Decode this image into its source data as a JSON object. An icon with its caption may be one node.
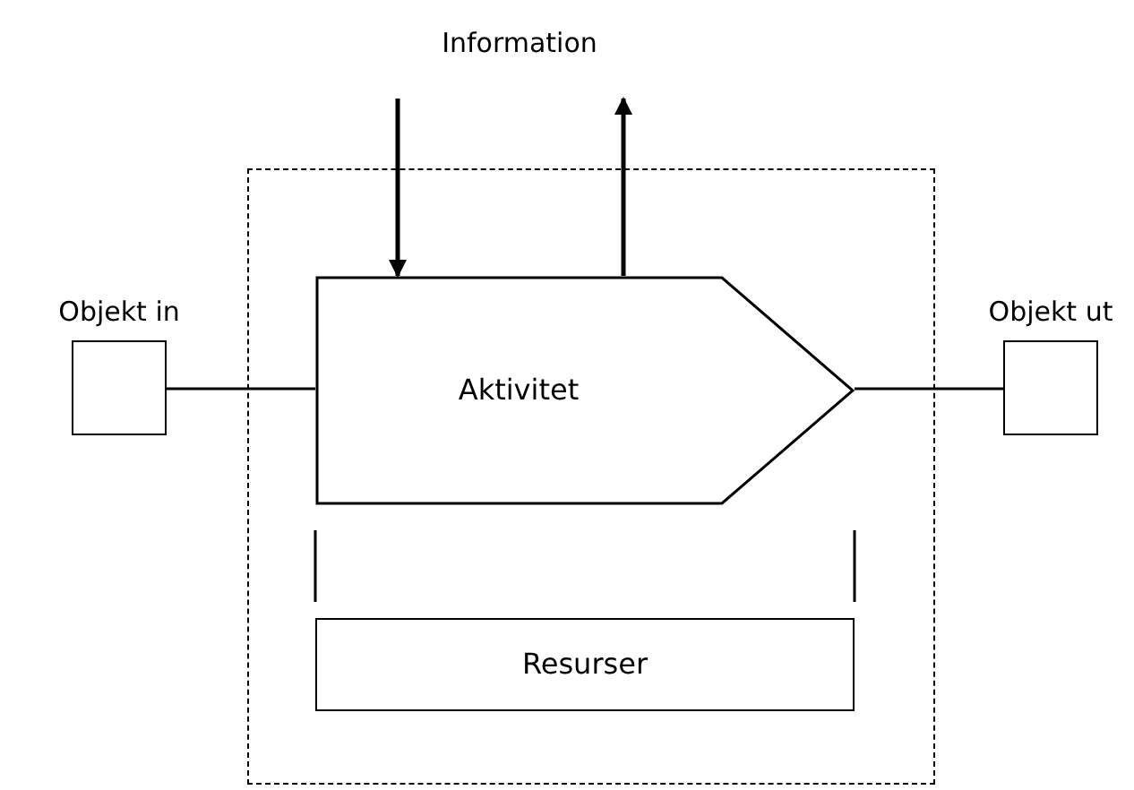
{
  "diagram": {
    "nodes": [
      {
        "text": [],
        "shape": "box"
      },
      {
        "text": [
          "Aktivitet"
        ],
        "in": 0
      },
      {
        "text": [
          "Resurser"
        ],
        "in": 0
      },
      {
        "text": [
          "Objekt in"
        ]
      },
      {
        "text": [
          "Objekt ut"
        ]
      }
    ],
    "edges": [
      {
        "from": null,
        "to": 1,
        "arrow": "to"
      },
      {
        "from": 1,
        "to": null,
        "arrow": "to"
      },
      {
        "from": 3,
        "to": 1,
        "arrow": "none"
      },
      {
        "from": 1,
        "to": 4,
        "arrow": "none"
      }
    ],
    "labels": [
      "Information"
    ]
  }
}
